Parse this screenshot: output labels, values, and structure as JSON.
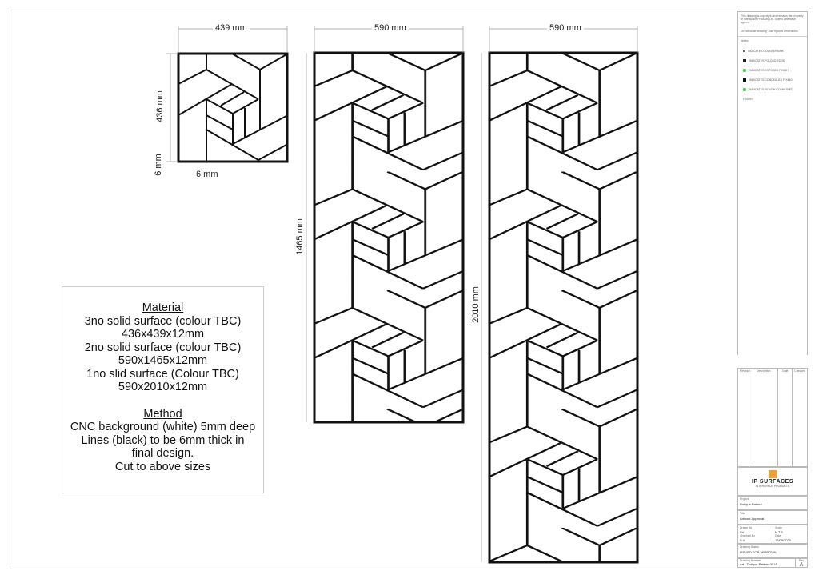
{
  "panels": [
    {
      "width_label": "439 mm",
      "height_label": "436 mm",
      "line_label_v": "6 mm",
      "line_label_h": "6 mm"
    },
    {
      "width_label": "590 mm",
      "height_label": "1465 mm"
    },
    {
      "width_label": "590 mm",
      "height_label": "2010 mm"
    }
  ],
  "notes": {
    "material_heading": "Material",
    "material_lines": [
      "3no solid surface (colour TBC)",
      "436x439x12mm",
      "2no solid surface (colour TBC)",
      "590x1465x12mm",
      "1no slid surface (Colour TBC)",
      "590x2010x12mm"
    ],
    "method_heading": "Method",
    "method_lines": [
      "CNC background (white) 5mm deep",
      "Lines (black) to be 6mm thick in",
      "final design.",
      "Cut to above sizes"
    ]
  },
  "title_block": {
    "copyright": "This drawing is copyright and remains the property of Interspace Products Ltd. unless otherwise agreed",
    "scale_note": "Do not scale drawing - use figured dimensions",
    "notes_label": "Notes:",
    "legend": [
      {
        "label": "INDICATES COUNTERSINK",
        "color": "#333333"
      },
      {
        "label": "INDICATES FOLDED EDGE",
        "color": "#222222"
      },
      {
        "label": "INDICATES EXPOSED FINISH",
        "color": "#33cc33"
      },
      {
        "label": "INDICATES CONCEALED FIXING",
        "color": "#111111"
      },
      {
        "label": "INDICATES ROUGH COMMONED FINISH",
        "color": "#33cc33"
      }
    ],
    "rev_headers": [
      "Revision",
      "Description",
      "Date",
      "Checked"
    ],
    "logo_text": "IP SURFACES",
    "logo_sub": "INTERSPACE PRODUCTS",
    "logo_color": "#f0a030",
    "client_label": "Project",
    "client_value": "Dotique Pattern",
    "title_label": "Title",
    "title_value": "Artwork Approval",
    "drawn_label": "Drawn By",
    "drawn_value": "SV",
    "checked_label": "Checked By",
    "checked_value": "S.V.",
    "scale_label": "Scale",
    "scale_value": "N.T.S.",
    "date_label": "Date",
    "date_value": "12/08/2020",
    "status_label": "Drawing Status",
    "status_value": "ISSUED FOR APPROVAL",
    "number_label": "Drawing Number",
    "number_value": "Art - Dotique Pattern 001A",
    "rev_label": "Rev",
    "rev_value": "A"
  }
}
